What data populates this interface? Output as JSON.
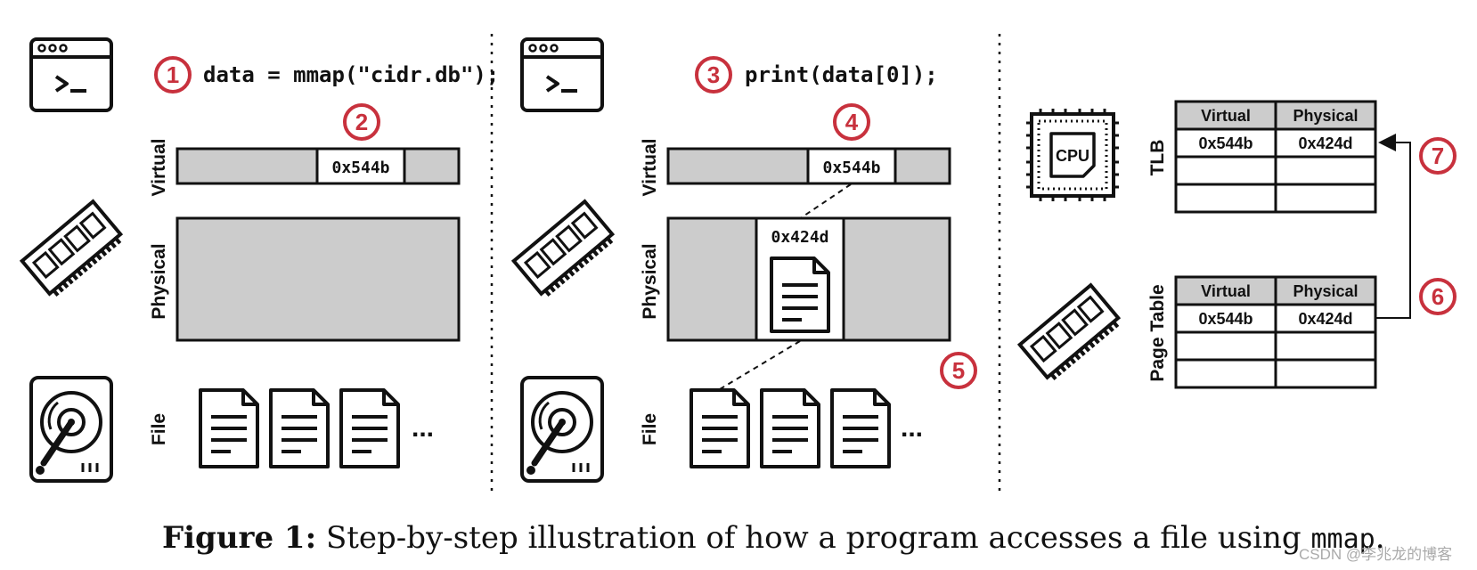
{
  "diagram": {
    "panel1": {
      "code": "data = mmap(\"cidr.db\");",
      "virtual_label": "Virtual",
      "physical_label": "Physical",
      "file_label": "File",
      "virtual_addr": "0x544b",
      "ellipsis": "..."
    },
    "panel2": {
      "code": "print(data[0]);",
      "virtual_label": "Virtual",
      "physical_label": "Physical",
      "file_label": "File",
      "virtual_addr": "0x544b",
      "physical_addr": "0x424d",
      "ellipsis": "..."
    },
    "panel3": {
      "cpu_label": "CPU",
      "tlb_label": "TLB",
      "page_table_label": "Page Table",
      "tlb_headers": [
        "Virtual",
        "Physical"
      ],
      "tlb_row": [
        "0x544b",
        "0x424d"
      ],
      "pt_headers": [
        "Virtual",
        "Physical"
      ],
      "pt_row": [
        "0x544b",
        "0x424d"
      ]
    },
    "steps": [
      "1",
      "2",
      "3",
      "4",
      "5",
      "6",
      "7"
    ],
    "colors": {
      "accent": "#c8313d",
      "fill": "#cccccc",
      "stroke": "#111111"
    }
  },
  "caption": {
    "prefix": "Figure 1:",
    "text": " Step-by-step illustration of how a program accesses a file using ",
    "code": "mmap",
    "suffix": "."
  },
  "watermark": "CSDN @李兆龙的博客"
}
